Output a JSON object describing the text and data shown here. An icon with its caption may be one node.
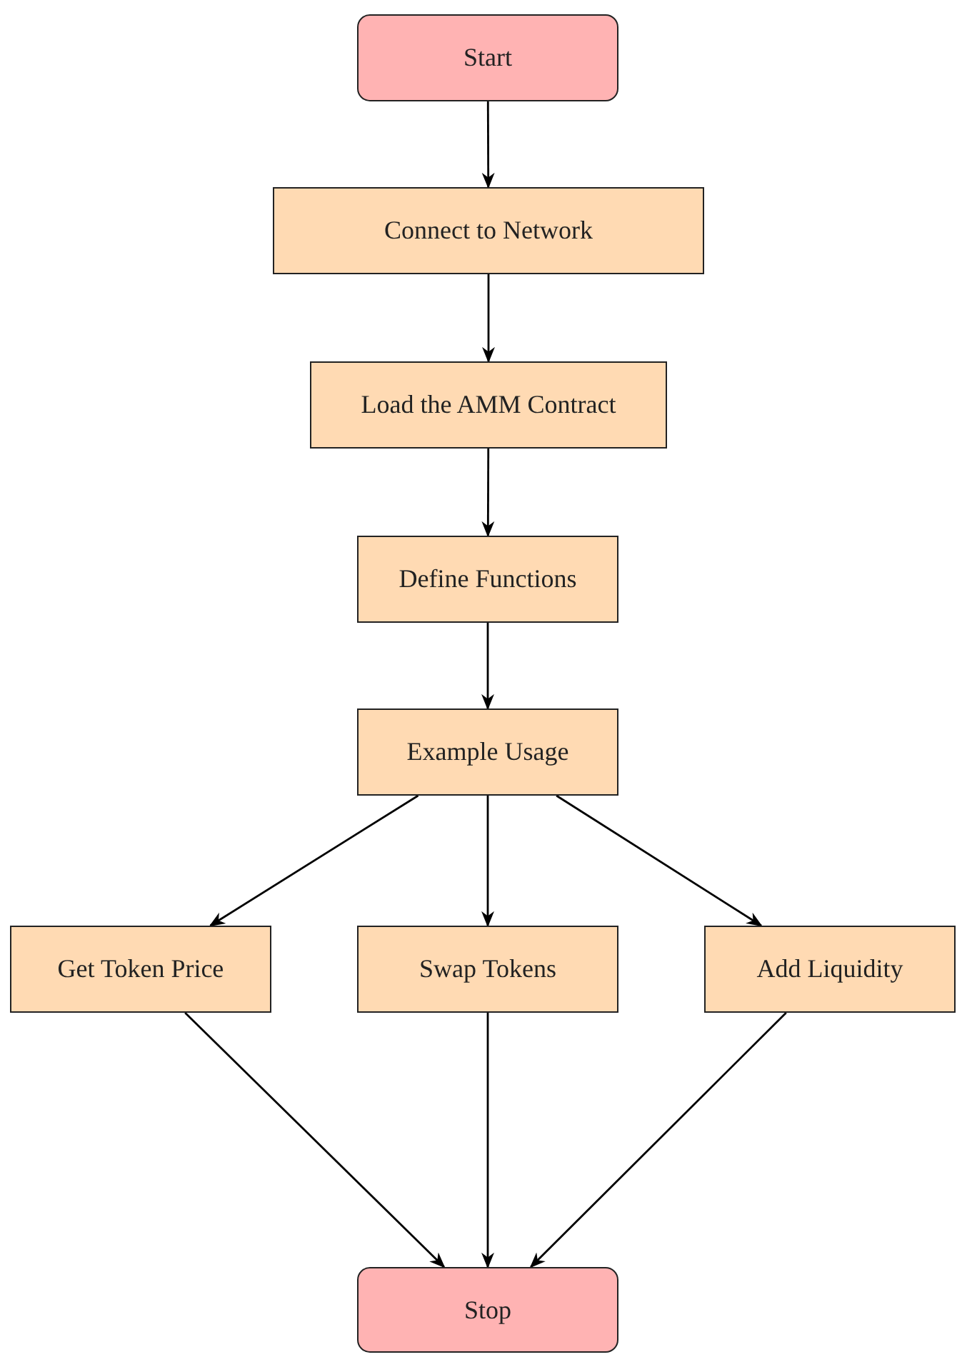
{
  "diagram": {
    "nodes": [
      {
        "text": [
          "Start"
        ]
      },
      {
        "text": [
          "Connect to Network"
        ]
      },
      {
        "text": [
          "Load the AMM Contract"
        ]
      },
      {
        "text": [
          "Define Functions"
        ]
      },
      {
        "text": [
          "Example Usage"
        ]
      },
      {
        "text": [
          "Get Token Price"
        ]
      },
      {
        "text": [
          "Swap Tokens"
        ]
      },
      {
        "text": [
          "Add Liquidity"
        ]
      },
      {
        "text": [
          "Stop"
        ]
      }
    ],
    "edges": [
      {
        "from": 0,
        "to": 1,
        "arrow": "to"
      },
      {
        "from": 1,
        "to": 2,
        "arrow": "to"
      },
      {
        "from": 2,
        "to": 3,
        "arrow": "to"
      },
      {
        "from": 3,
        "to": 4,
        "arrow": "to"
      },
      {
        "from": 4,
        "to": 5,
        "arrow": "to"
      },
      {
        "from": 4,
        "to": 6,
        "arrow": "to"
      },
      {
        "from": 4,
        "to": 7,
        "arrow": "to"
      },
      {
        "from": 5,
        "to": 8,
        "arrow": "to"
      },
      {
        "from": 6,
        "to": 8,
        "arrow": "to"
      },
      {
        "from": 7,
        "to": 8,
        "arrow": "to"
      }
    ]
  }
}
